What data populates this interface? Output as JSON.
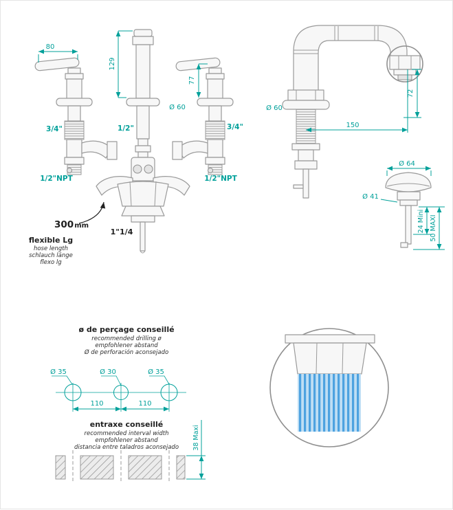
{
  "colors": {
    "dimension": "#00A09A",
    "outline": "#9A9A9A",
    "text_black": "#1F1F1F",
    "detail_blue": "#4DA2E0",
    "detail_blue_light": "#BFDEF4"
  },
  "faucet": {
    "dim_lever_width": "80",
    "dim_spout_height": "129",
    "dim_handle_height": "77",
    "dim_outlet_height": "72",
    "dim_reach": "150",
    "diam_flange_left": "Ø 60",
    "diam_flange_spout": "Ø 60",
    "thread_left": "3/4\"",
    "thread_right": "3/4\"",
    "thread_center": "1/2\"",
    "npt_left": "1/2\"NPT",
    "npt_right": "1/2\"NPT",
    "waste_thread": "1\"1/4",
    "hose": {
      "value": "300",
      "unit": "mm",
      "label": "flexible Lg",
      "en": "hose length",
      "de": "schlauch länge",
      "es": "flexo lg"
    }
  },
  "drain": {
    "diam_cap": "Ø 64",
    "diam_body": "Ø 41",
    "min": "24 Mini",
    "max": "50 MAXI"
  },
  "drilling": {
    "heading": {
      "fr": "ø de perçage conseillé",
      "en": "recommended drilling ø",
      "de": "empfohlener abstand",
      "es": "Ø de perforación aconsejado"
    },
    "holes": [
      "Ø 35",
      "Ø 30",
      "Ø 35"
    ],
    "spacing": [
      "110",
      "110"
    ],
    "interval": {
      "fr": "entraxe conseillé",
      "en": "recommended interval width",
      "de": "empfohlener abstand",
      "es": "distancia entre taladros aconsejado"
    },
    "counter_thickness": "38 Maxi"
  }
}
